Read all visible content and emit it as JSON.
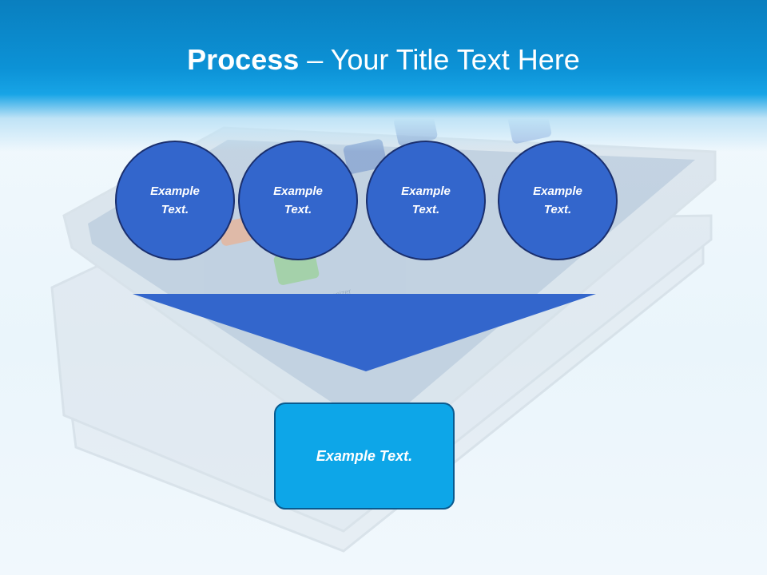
{
  "title": {
    "bold": "Process",
    "rest": " – Your Title Text Here"
  },
  "background": {
    "app_label": "Organizer"
  },
  "steps": [
    {
      "line1": "Example",
      "line2": "Text."
    },
    {
      "line1": "Example",
      "line2": "Text."
    },
    {
      "line1": "Example",
      "line2": "Text."
    },
    {
      "line1": "Example",
      "line2": "Text."
    }
  ],
  "result_box": {
    "text": "Example Text."
  },
  "colors": {
    "header": "#0c92d6",
    "circle_fill": "#3366cc",
    "circle_border": "#1a2f6e",
    "funnel": "#3366cc",
    "result_box": "#0da6e8",
    "result_box_border": "#0a5a8e"
  }
}
